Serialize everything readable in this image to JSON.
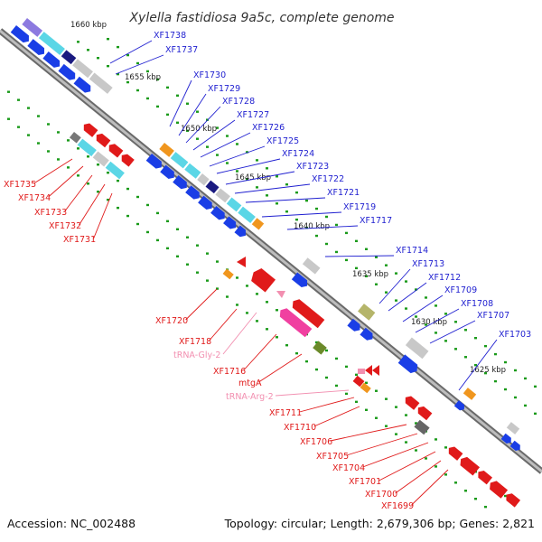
{
  "title": "Xylella fastidiosa 9a5c, complete genome",
  "footer": {
    "accession": "Accession: NC_002488",
    "summary": "Topology: circular; Length: 2,679,306 bp; Genes: 2,821"
  },
  "ticks": [
    "1660 kbp",
    "1655 kbp",
    "1650 kbp",
    "1645 kbp",
    "1640 kbp",
    "1635 kbp",
    "1630 kbp",
    "1625 kbp"
  ],
  "colors": {
    "forward_label": "#1f1fd0",
    "reverse_label": "#e01a1a",
    "trna_label": "#f28fb0",
    "forward_gene": "#1a3ee6",
    "reverse_gene": "#e01a1a",
    "backbone": "#888888"
  },
  "forward_labels": [
    "XF1738",
    "XF1737",
    "XF1730",
    "XF1729",
    "XF1728",
    "XF1727",
    "XF1726",
    "XF1725",
    "XF1724",
    "XF1723",
    "XF1722",
    "XF1721",
    "XF1719",
    "XF1717",
    "XF1714",
    "XF1713",
    "XF1712",
    "XF1709",
    "XF1708",
    "XF1707",
    "XF1703"
  ],
  "reverse_labels": [
    "XF1735",
    "XF1734",
    "XF1733",
    "XF1732",
    "XF1731",
    "XF1720",
    "XF1718",
    "tRNA-Gly-2",
    "XF1716",
    "mtgA",
    "tRNA-Arg-2",
    "XF1711",
    "XF1710",
    "XF1706",
    "XF1705",
    "XF1704",
    "XF1701",
    "XF1700",
    "XF1699"
  ]
}
